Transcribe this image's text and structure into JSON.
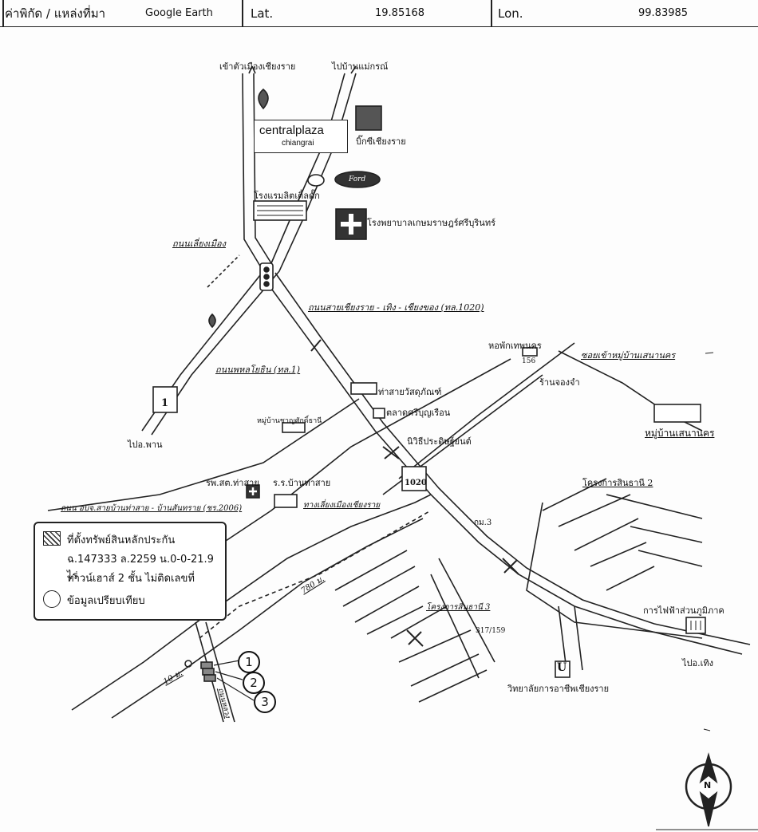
{
  "header": {
    "coord_source_label": "ค่าพิกัด / แหล่งที่มา",
    "coord_source_value": "Google Earth",
    "lat_label": "Lat.",
    "lat_value": "19.85168",
    "lon_label": "Lon.",
    "lon_value": "99.83985"
  },
  "places": {
    "to_chiangrai": "เข้าตัวเมืองเชียงราย",
    "to_thai": "ไปบ้านแม่กรณ์",
    "big_c": "บิ๊กซีเชียงราย",
    "central_brand": "centralplaza",
    "central_city": "chiangrai",
    "hotel": "โรงแรมลิตเติ้ลดั๊ก",
    "ford": "Ford",
    "hospital": "โรงพยาบาลเกษมราษฎร์ศรีบุรินทร์",
    "road_market": "ถนนเลี่ยงเมือง",
    "road_1020": "ถนนสายเชียงราย - เทิง - เชียงของ (ทล.1020)",
    "road_phahon": "ถนนพหลโยธิน (ทล.1)",
    "hwy1": "1",
    "to_phan": "ไปอ.พาน",
    "hall": "หอพักเทพนคร",
    "alley": "ซอยเข้าหมู่บ้านเสนานคร",
    "shop": "ร้านจองจำ",
    "shop_no": "156",
    "tha_sai_shop": "ท่าสายวัสดุภัณฑ์",
    "market": "ตลาดศรีบุญเรือน",
    "village_sena": "หมู่บ้านเสนานคร",
    "village_thep": "หมู่บ้านชาญศักดิ์ธานี",
    "toyota": "นิวิธีประดิษฐ์ยนต์",
    "hosp_tha_sai": "รพ.สต.ท่าสาย",
    "school_tha_sai": "ร.ร.บ้านท่าสาย",
    "hwy1020": "1020",
    "road_2006": "ถนน อบจ.สายบ้านท่าสาย - บ้านสันทราย (ชร.2006)",
    "canal_road": "ทางเลี่ยงเมืองเชียงราย",
    "proj2": "โครงการสินธานี 2",
    "proj3": "โครงการสินธานี 3",
    "km3": "กม.3",
    "pea": "การไฟฟ้าส่วนภูมิภาค",
    "to_thoeng": "ไปอ.เทิง",
    "college": "วิทยาลัยการอาชีพเชียงราย",
    "college_icon": "U",
    "house_no": "317/159",
    "dist_780": "780 ม.",
    "dist_10": "10 ม.",
    "road_soi": "ถนนหลวง",
    "north": "N"
  },
  "legend": {
    "title": "ที่ตั้งทรัพย์สินหลักประกัน",
    "line2": "ฉ.147333 ล.2259 น.0-0-21.9 ไร่",
    "line3": "ทาวน์เฮาส์ 2 ชั้น ไม่ติดเลขที่",
    "comp": "ข้อมูลเปรียบเทียบ"
  },
  "pins": [
    "1",
    "2",
    "3"
  ],
  "colors": {
    "line": "#222222",
    "paper": "#fdfdfd"
  }
}
